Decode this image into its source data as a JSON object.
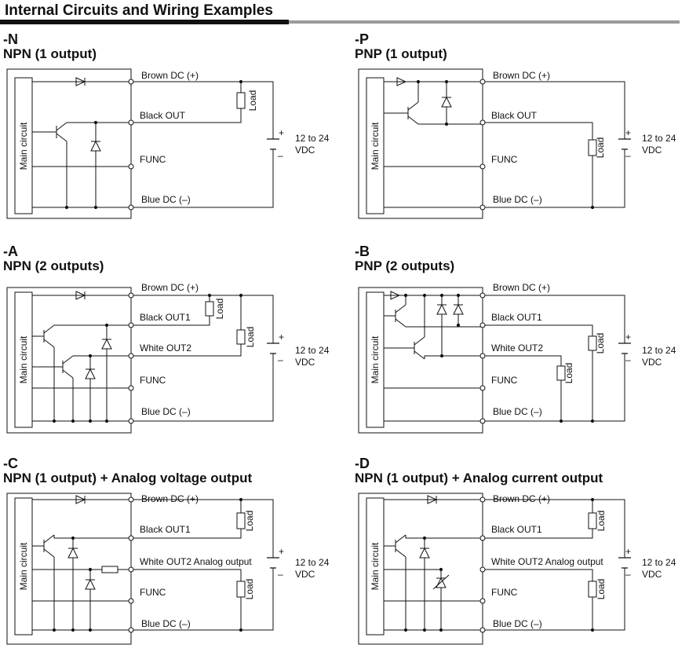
{
  "page_title": "Internal Circuits and Wiring Examples",
  "supply_label": "12 to 24",
  "supply_unit": "VDC",
  "main_circuit_label": "Main circuit",
  "load_label": "Load",
  "plus_sign": "+",
  "minus_sign": "–",
  "panels": [
    {
      "code": "-N",
      "subtitle": "NPN (1 output)",
      "terminals": [
        "Brown DC (+)",
        "Black OUT",
        "FUNC",
        "Blue DC (–)"
      ]
    },
    {
      "code": "-P",
      "subtitle": "PNP (1 output)",
      "terminals": [
        "Brown DC (+)",
        "Black OUT",
        "FUNC",
        "Blue DC (–)"
      ]
    },
    {
      "code": "-A",
      "subtitle": "NPN (2 outputs)",
      "terminals": [
        "Brown DC (+)",
        "Black OUT1",
        "White OUT2",
        "FUNC",
        "Blue DC (–)"
      ]
    },
    {
      "code": "-B",
      "subtitle": "PNP (2 outputs)",
      "terminals": [
        "Brown DC (+)",
        "Black OUT1",
        "White OUT2",
        "FUNC",
        "Blue DC (–)"
      ]
    },
    {
      "code": "-C",
      "subtitle": "NPN (1 output) + Analog voltage output",
      "terminals": [
        "Brown DC (+)",
        "Black OUT1",
        "White OUT2 Analog output",
        "FUNC",
        "Blue DC (–)"
      ]
    },
    {
      "code": "-D",
      "subtitle": "NPN (1 output) + Analog current output",
      "terminals": [
        "Brown DC (+)",
        "Black OUT1",
        "White OUT2 Analog output",
        "FUNC",
        "Blue DC (–)"
      ]
    }
  ]
}
